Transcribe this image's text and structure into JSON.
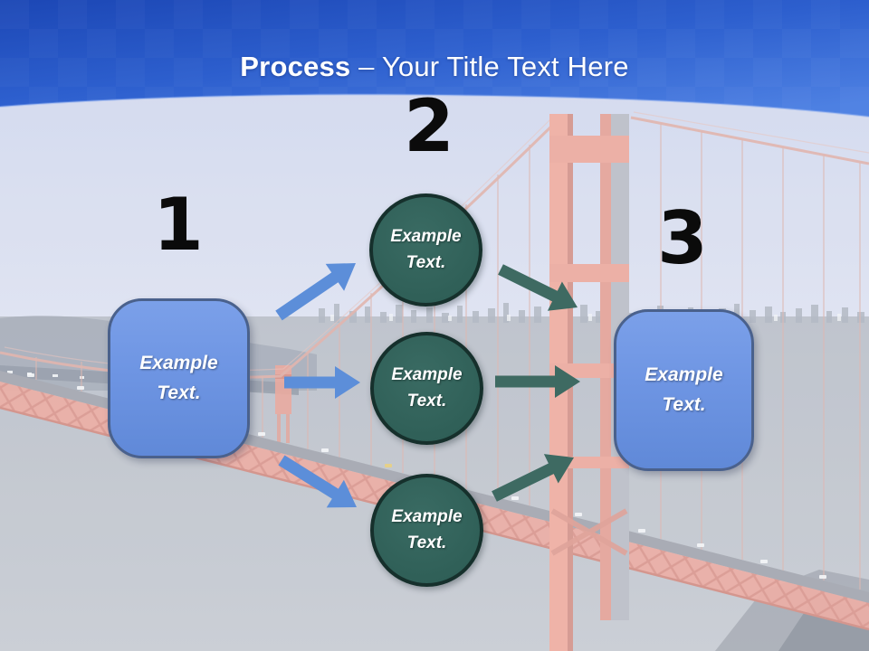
{
  "slide": {
    "background_image": "golden-gate-bridge-photo-faded",
    "header": {
      "title_bold": "Process",
      "title_separator": " – ",
      "title_rest": "Your Title Text Here"
    },
    "steps": {
      "step1": {
        "number": "1",
        "box_label": "Example Text."
      },
      "step2": {
        "number": "2",
        "circle_labels": [
          "Example Text.",
          "Example Text.",
          "Example Text."
        ]
      },
      "step3": {
        "number": "3",
        "box_label": "Example Text."
      }
    },
    "colors": {
      "header_gradient_start": "#1c47b5",
      "header_gradient_mid": "#2d5fce",
      "header_gradient_end": "#4d80e2",
      "title_text": "#ffffff",
      "step_number": "#0b0b0b",
      "box_fill": "#6e95e3",
      "box_border": "#4a618c",
      "box_text": "#ffffff",
      "circle_fill": "#2f5f57",
      "circle_border": "#16302c",
      "circle_text": "#ffffff",
      "arrow_blue": "#5c8ed9",
      "arrow_teal": "#3e6a62"
    }
  }
}
